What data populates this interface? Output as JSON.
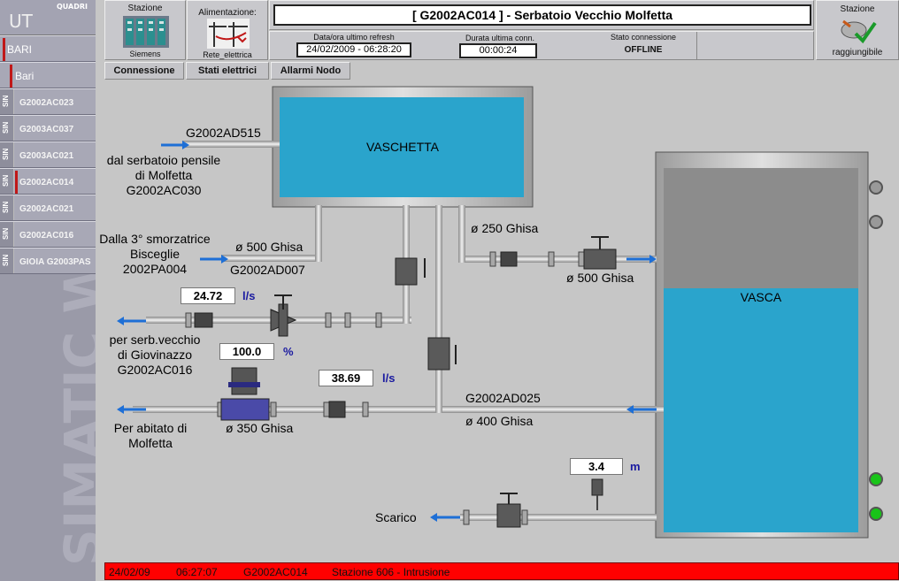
{
  "sidebar": {
    "header": "UT",
    "quadri_label": "QUADRI",
    "watermark": "SIMATIC WinCC",
    "items": [
      {
        "label": "BARI"
      },
      {
        "label": "Bari"
      }
    ],
    "sub_items": [
      {
        "tag": "SIN",
        "label": "G2002AC023"
      },
      {
        "tag": "SIN",
        "label": "G2003AC037"
      },
      {
        "tag": "SIN",
        "label": "G2003AC021"
      },
      {
        "tag": "SIN",
        "label": "G2002AC014"
      },
      {
        "tag": "SIN",
        "label": "G2002AC021"
      },
      {
        "tag": "SIN",
        "label": "G2002AC016"
      },
      {
        "tag": "SIN",
        "label": "GIOIA G2003PAS"
      }
    ]
  },
  "header": {
    "stazione_title": "Stazione",
    "stazione_caption": "Siemens",
    "alimentazione_title": "Alimentazione:",
    "alimentazione_caption": "Rete_elettrica",
    "station_name": "[ G2002AC014 ]  -  Serbatoio Vecchio Molfetta",
    "refresh_label": "Data/ora ultimo refresh",
    "refresh_value": "24/02/2009   - 06:28:20",
    "durata_label": "Durata ultima conn.",
    "durata_value": "00:00:24",
    "stato_label": "Stato connessione",
    "stato_value": "OFFLINE",
    "stazione2_title": "Stazione",
    "stazione2_caption": "raggiungibile"
  },
  "tabs": [
    "Connessione",
    "Stati elettrici",
    "Allarmi Nodo"
  ],
  "diagram": {
    "tank_small_label": "VASCHETTA",
    "tank_big_label": "VASCA",
    "labels": {
      "g2002ad515": "G2002AD515",
      "from_pensile": "dal serbatoio pensile",
      "di_molfetta": "di Molfetta",
      "g2002ac030": "G2002AC030",
      "dalla_smorz": "Dalla 3° smorzatrice",
      "bisceglie": "Bisceglie",
      "pa004": "2002PA004",
      "g2002ad007": "G2002AD007",
      "d500_ghisa_a": "ø 500 Ghisa",
      "d250_ghisa": "ø 250 Ghisa",
      "d500_ghisa_b": "ø 500 Ghisa",
      "per_serb": "per serb.vecchio",
      "di_giovinazzo": "di Giovinazzo",
      "g2002ac016": "G2002AC016",
      "per_abitato": "Per abitato di",
      "molfetta": "Molfetta",
      "d350_ghisa": "ø 350 Ghisa",
      "g2002ad025": "G2002AD025",
      "d400_ghisa": "ø 400 Ghisa",
      "scarico": "Scarico"
    },
    "flow1": {
      "value": "24.72",
      "unit": "l/s"
    },
    "valve_pct": {
      "value": "100.0",
      "unit": "%"
    },
    "flow2": {
      "value": "38.69",
      "unit": "l/s"
    },
    "level": {
      "value": "3.4",
      "unit": "m"
    },
    "big_tank_water_fraction": 0.67,
    "colors": {
      "water": "#2aa4cc",
      "alarm": "#ff0000",
      "arrow": "#1e6fd6",
      "led_on": "#18c418"
    }
  },
  "alarm_bar": {
    "date": "24/02/09",
    "time": "06:27:07",
    "station": "G2002AC014",
    "message": "Stazione 606  -  Intrusione"
  }
}
